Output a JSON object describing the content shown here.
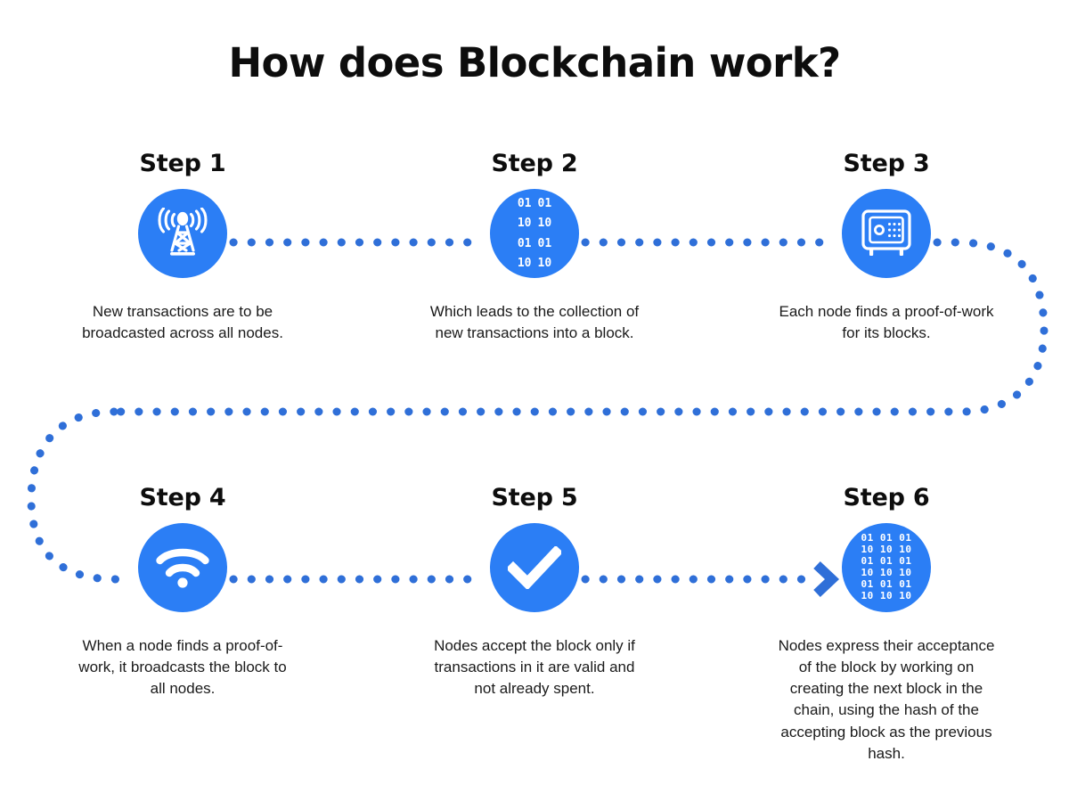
{
  "title": "How does Blockchain work?",
  "theme": {
    "circle_blue": "#2b7ef5",
    "dot_blue": "#2f6fd8",
    "background": "#ffffff",
    "text_color": "#1a1a1a"
  },
  "steps": [
    {
      "label": "Step 1",
      "icon": "broadcast-tower-icon",
      "caption": "New transactions are to be broadcasted across all nodes."
    },
    {
      "label": "Step 2",
      "icon": "binary-block-icon",
      "binary_rows": [
        "01",
        "01",
        "10",
        "10",
        "01",
        "01",
        "10",
        "10"
      ],
      "caption": "Which leads to the collection of new transactions into a block."
    },
    {
      "label": "Step 3",
      "icon": "safe-vault-icon",
      "caption": "Each node finds a proof-of-work for its blocks."
    },
    {
      "label": "Step 4",
      "icon": "wifi-icon",
      "caption": "When a node finds a proof-of-work, it broadcasts the block to all nodes."
    },
    {
      "label": "Step 5",
      "icon": "checkmark-icon",
      "caption": "Nodes accept the block only if transactions in it are valid and not already spent."
    },
    {
      "label": "Step 6",
      "icon": "binary-chain-icon",
      "binary_rows": [
        "01 01 01",
        "10 10 10",
        "01 01 01",
        "10 10 10",
        "01 01 01",
        "10 10 10"
      ],
      "caption": "Nodes express their acceptance of the block by working on creating the next block in the chain, using the hash of the accepting block as the previous hash."
    }
  ]
}
